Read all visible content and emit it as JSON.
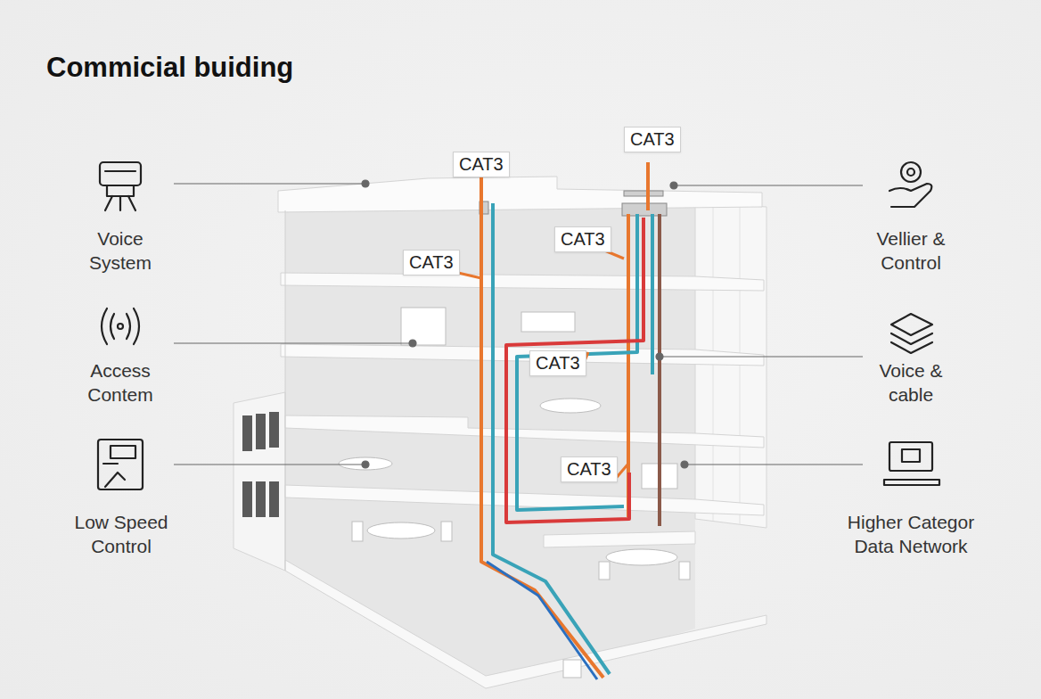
{
  "diagram": {
    "title": "Commicial buiding",
    "nodes": [
      {
        "text": [
          "CAT3"
        ]
      },
      {
        "text": [
          "CAT3"
        ]
      },
      {
        "text": [
          "CAT3"
        ]
      },
      {
        "text": [
          "CAT3"
        ]
      },
      {
        "text": [
          "CAT3"
        ]
      },
      {
        "text": [
          "CAT3"
        ]
      }
    ],
    "labels": [
      "Voice System",
      "Vellier & Control",
      "Access Contem",
      "Voice & cable",
      "Low Speed Control",
      "Higher Categor Data Network"
    ]
  }
}
